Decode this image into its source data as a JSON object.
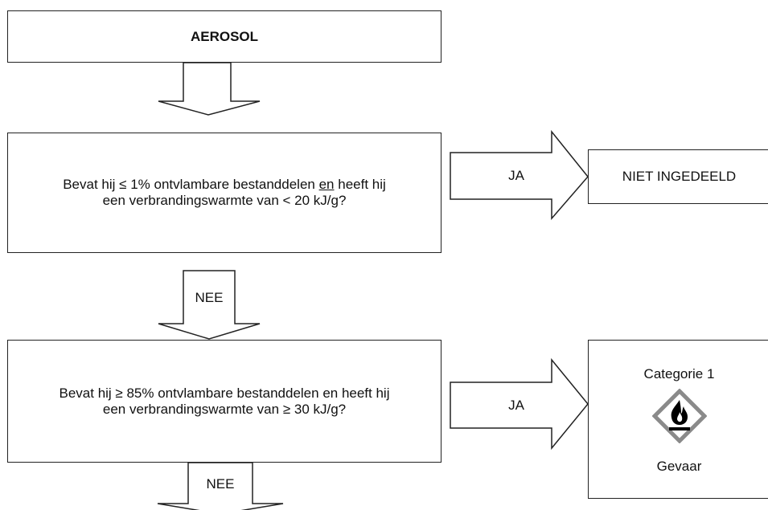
{
  "start": {
    "label": "AEROSOL"
  },
  "questions": [
    {
      "text_line1_pre": "Bevat hij ≤ 1% ontvlambare bestanddelen ",
      "text_line1_emph": "en",
      "text_line1_post": " heeft hij",
      "text_line2": "een verbrandingswarmte van < 20 kJ/g?",
      "yes_label": "JA",
      "no_label": "NEE"
    },
    {
      "text_line1": "Bevat hij ≥ 85% ontvlambare bestanddelen en heeft hij",
      "text_line2": "een verbrandingswarmte van ≥ 30 kJ/g?",
      "yes_label": "JA",
      "no_label": "NEE"
    }
  ],
  "results": [
    {
      "text": "NIET INGEDEELD"
    },
    {
      "category": "Categorie 1",
      "pictogram": "flame-icon",
      "signal_word": "Gevaar"
    }
  ],
  "colors": {
    "line": "#222222",
    "pictogram_border": "#8a8a8a",
    "flame": "#000000"
  }
}
